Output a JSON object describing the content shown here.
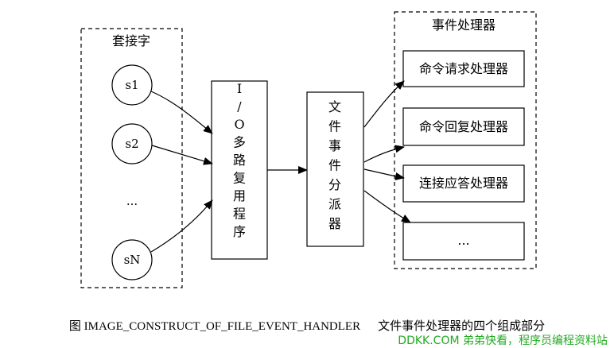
{
  "diagram": {
    "socket_group_label": "套接字",
    "sockets": [
      "s1",
      "s2",
      "...",
      "sN"
    ],
    "io_multiplexer_label": "I/O多路复用程序",
    "dispatcher_label": "文件事件分派器",
    "handler_group_label": "事件处理器",
    "handlers": [
      "命令请求处理器",
      "命令回复处理器",
      "连接应答处理器",
      "..."
    ]
  },
  "caption": {
    "figure_id": "图 IMAGE_CONSTRUCT_OF_FILE_EVENT_HANDLER",
    "figure_title": "文件事件处理器的四个组成部分"
  },
  "watermark": {
    "site": "DDKK.COM",
    "tagline": "弟弟快看，程序员编程资料站",
    "color": "#22aa22"
  }
}
